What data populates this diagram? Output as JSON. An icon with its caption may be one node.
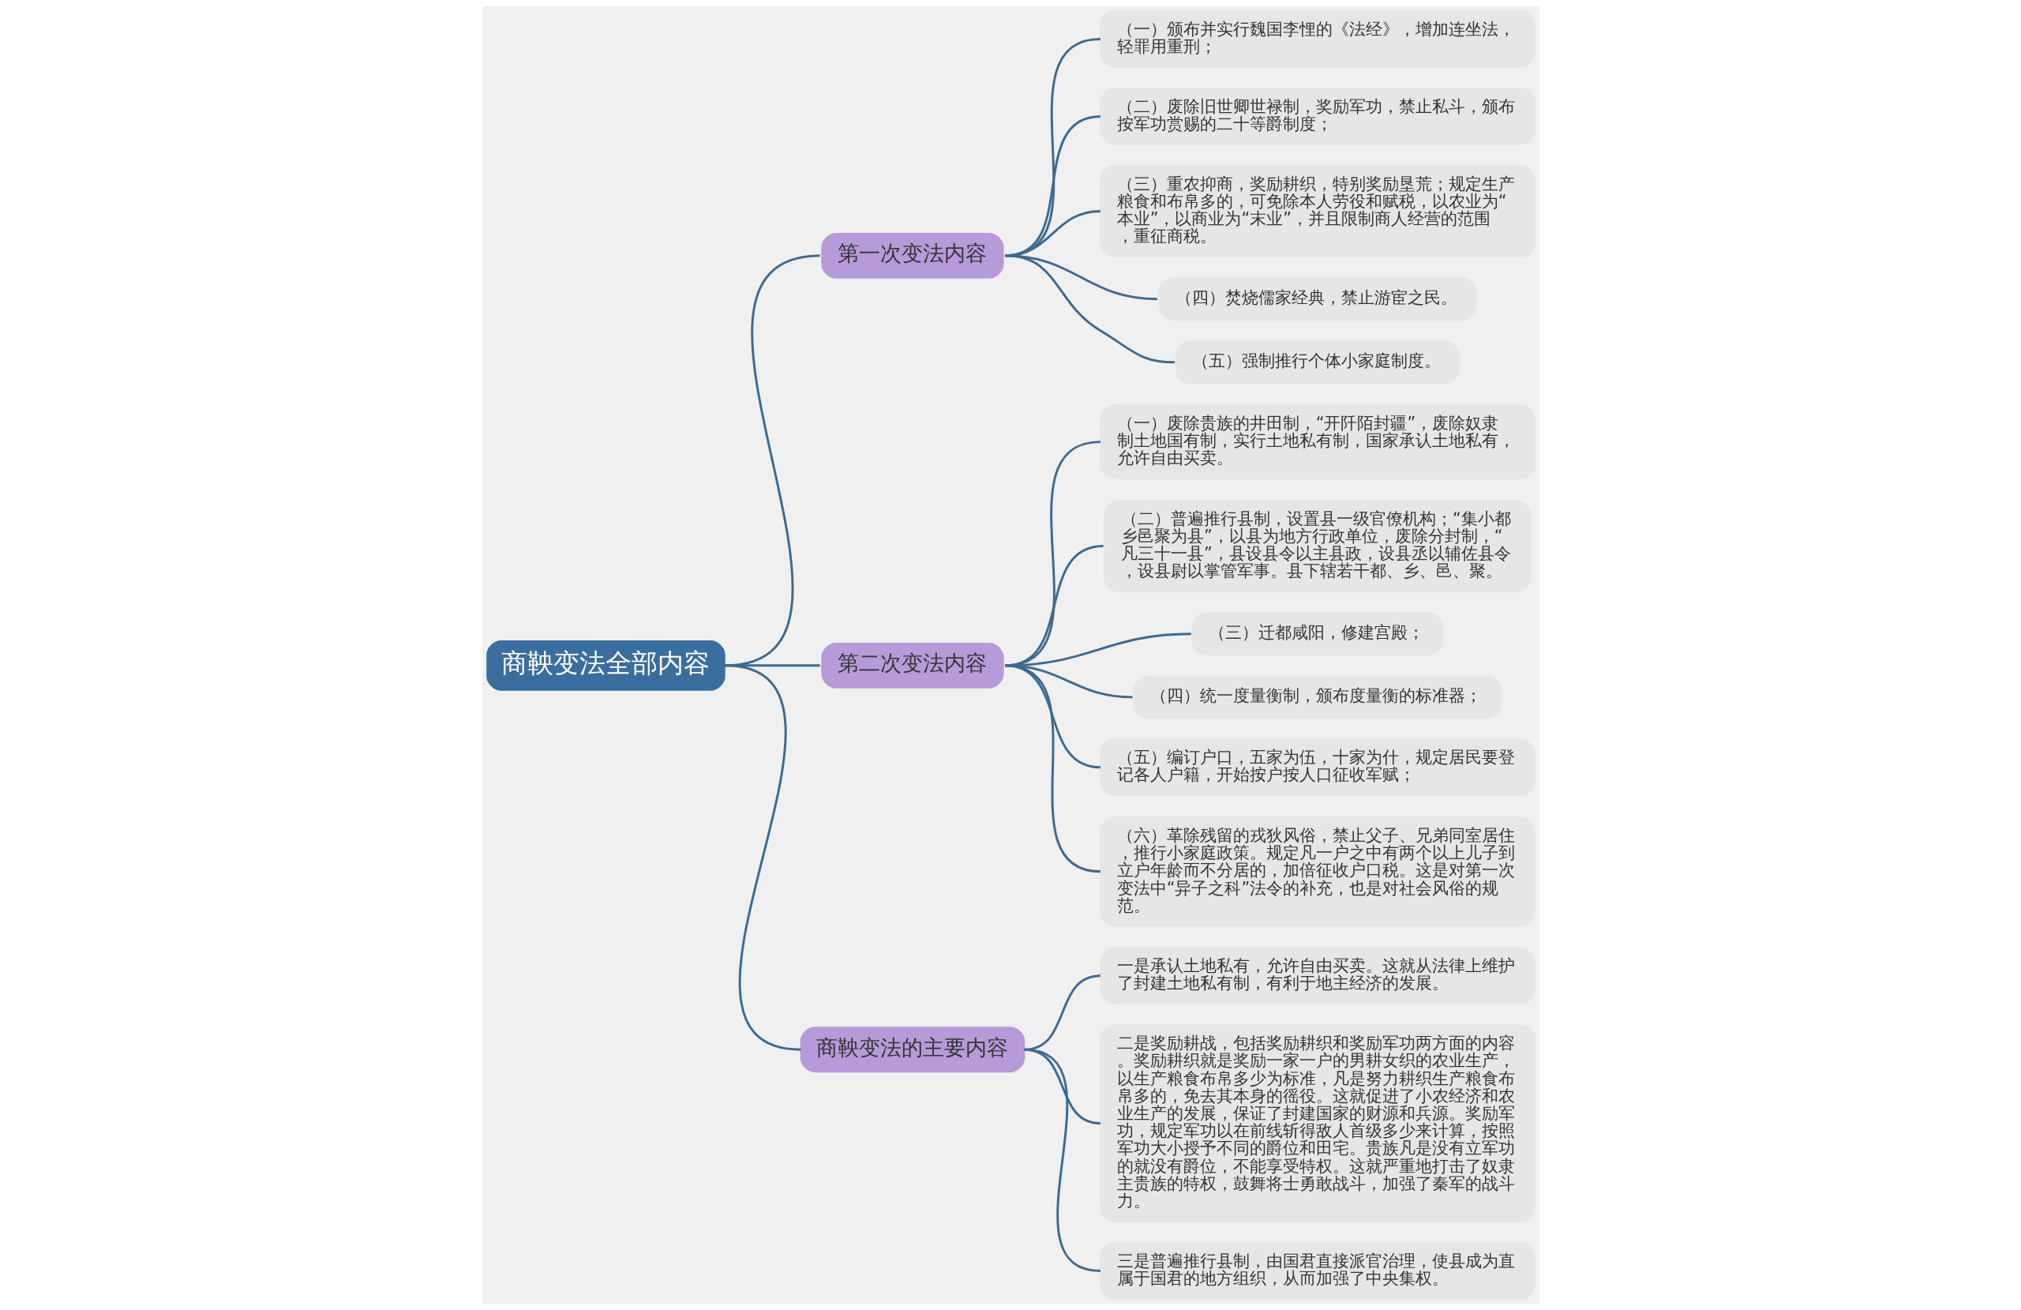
{
  "diagram": {
    "nodes": [
      {
        "text": [
          "商鞅变法全部内容"
        ]
      },
      {
        "text": [
          "第一次变法内容"
        ]
      },
      {
        "text": [
          "（一）颁布并实行魏国李悝的《法经》，增加连坐法，轻罪用重刑；"
        ]
      },
      {
        "text": [
          "（二）废除旧世卿世禄制，奖励军功，禁止私斗，颁布按军功赏赐的二十等爵制度；"
        ]
      },
      {
        "text": [
          "（三）重农抑商，奖励耕织，特别奖励垦荒；规定生产粮食和布帛多的，可免除本人劳役和赋税，以农业为“本业”，以商业为“末业”，并且限制商人经营的范围，重征商税。"
        ]
      },
      {
        "text": [
          "（四）焚烧儒家经典，禁止游宦之民。"
        ]
      },
      {
        "text": [
          "（五）强制推行个体小家庭制度。"
        ]
      },
      {
        "text": [
          "第二次变法内容"
        ]
      },
      {
        "text": [
          "（一）废除贵族的井田制，“开阡陌封疆”，废除奴隶制土地国有制，实行土地私有制，国家承认土地私有，允许自由买卖。"
        ]
      },
      {
        "text": [
          "（二）普遍推行县制，设置县一级官僚机构；“集小都乡邑聚为县”，以县为地方行政单位，废除分封制，“凡三十一县”，县设县令以主县政，设县丞以辅佐县令，设县尉以掌管军事。县下辖若干都、乡、邑、聚。"
        ]
      },
      {
        "text": [
          "（三）迁都咸阳，修建宫殿；"
        ]
      },
      {
        "text": [
          "（四）统一度量衡制，颁布度量衡的标准器；"
        ]
      },
      {
        "text": [
          "（五）编订户口，五家为伍，十家为什，规定居民要登记各人户籍，开始按户按人口征收军赋；"
        ]
      },
      {
        "text": [
          "（六）革除残留的戎狄风俗，禁止父子、兄弟同室居住，推行小家庭政策。规定凡一户之中有两个以上儿子到立户年龄而不分居的，加倍征收户口税。这是对第一次变法中“异子之科”法令的补充，也是对社会风俗的规范。"
        ]
      },
      {
        "text": [
          "商鞅变法的主要内容"
        ]
      },
      {
        "text": [
          "一是承认土地私有，允许自由买卖。这就从法律上维护了封建土地私有制，有利于地主经济的发展。"
        ]
      },
      {
        "text": [
          "二是奖励耕战，包括奖励耕织和奖励军功两方面的内容。奖励耕织就是奖励一家一户的男耕女织的农业生产，以生产粮食布帛多少为标准，凡是努力耕织生产粮食布帛多的，免去其本身的徭役。这就促进了小农经济和农业生产的发展，保证了封建国家的财源和兵源。奖励军功，规定军功以在前线斩得敌人首级多少来计算，按照军功大小授予不同的爵位和田宅。贵族凡是没有立军功的就没有爵位，不能享受特权。这就严重地打击了奴隶主贵族的特权，鼓舞将士勇敢战斗，加强了秦军的战斗力。"
        ]
      },
      {
        "text": [
          "三是普遍推行县制，由国君直接派官治理，使县成为直属于国君的地方组织，从而加强了中央集权。"
        ]
      }
    ],
    "edges": [
      {
        "from": 0,
        "to": 1,
        "arrow": "none"
      },
      {
        "from": 1,
        "to": 2,
        "arrow": "none"
      },
      {
        "from": 1,
        "to": 3,
        "arrow": "none"
      },
      {
        "from": 1,
        "to": 4,
        "arrow": "none"
      },
      {
        "from": 1,
        "to": 5,
        "arrow": "none"
      },
      {
        "from": 1,
        "to": 6,
        "arrow": "none"
      },
      {
        "from": 0,
        "to": 7,
        "arrow": "none"
      },
      {
        "from": 7,
        "to": 8,
        "arrow": "none"
      },
      {
        "from": 7,
        "to": 9,
        "arrow": "none"
      },
      {
        "from": 7,
        "to": 10,
        "arrow": "none"
      },
      {
        "from": 7,
        "to": 11,
        "arrow": "none"
      },
      {
        "from": 7,
        "to": 12,
        "arrow": "none"
      },
      {
        "from": 7,
        "to": 13,
        "arrow": "none"
      },
      {
        "from": 0,
        "to": 14,
        "arrow": "none"
      },
      {
        "from": 14,
        "to": 15,
        "arrow": "none"
      },
      {
        "from": 14,
        "to": 16,
        "arrow": "none"
      },
      {
        "from": 14,
        "to": 17,
        "arrow": "none"
      }
    ]
  }
}
